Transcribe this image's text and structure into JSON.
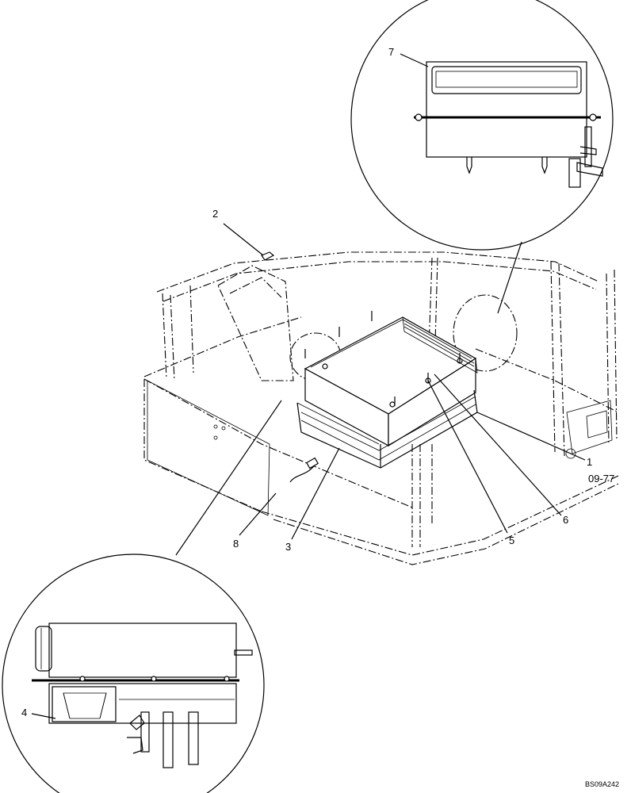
{
  "callouts": {
    "c1": "1",
    "c2": "2",
    "c3": "3",
    "c4": "4",
    "c5": "5",
    "c6": "6",
    "c7": "7",
    "c8": "8"
  },
  "figure_ref": "09-77",
  "drawing_code": "BS09A242"
}
